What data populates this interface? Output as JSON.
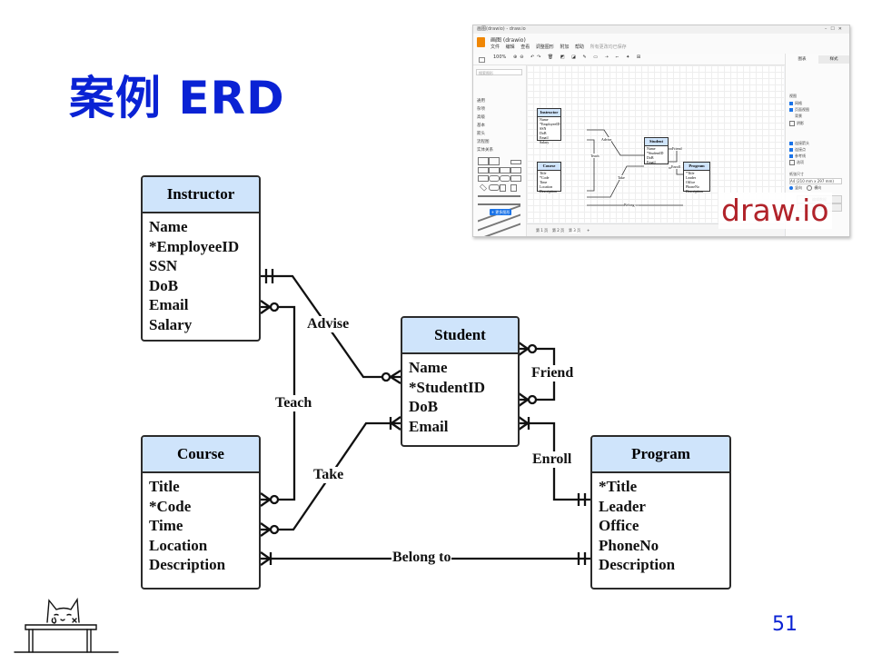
{
  "slide": {
    "title": "案例 ERD",
    "page_number": "51"
  },
  "entities": {
    "instructor": {
      "name": "Instructor",
      "attributes": [
        "Name",
        "*EmployeeID",
        "SSN",
        "DoB",
        "Email",
        "Salary"
      ]
    },
    "student": {
      "name": "Student",
      "attributes": [
        "Name",
        "*StudentID",
        "DoB",
        "Email"
      ]
    },
    "course": {
      "name": "Course",
      "attributes": [
        "Title",
        "*Code",
        "Time",
        "Location",
        "Description"
      ]
    },
    "program": {
      "name": "Program",
      "attributes": [
        "*Title",
        "Leader",
        "Office",
        "PhoneNo",
        "Description"
      ]
    }
  },
  "relationships": {
    "advise": "Advise",
    "teach": "Teach",
    "take": "Take",
    "friend": "Friend",
    "enroll": "Enroll",
    "belong_to": "Belong to"
  },
  "screenshot": {
    "tool_label": "draw.io",
    "window_title": "画图(drawio) - draw.io",
    "file_name": "画图 (drawio)",
    "menus": [
      "文件",
      "编辑",
      "查看",
      "调整图形",
      "附加",
      "帮助"
    ],
    "menu_note": "所有更改均已保存",
    "zoom": "100%",
    "search_placeholder": "搜索图形",
    "libraries": [
      "通用",
      "杂项",
      "高级",
      "基本",
      "箭头",
      "流程图",
      "实体关系"
    ],
    "more_shapes": "+ 更多图形",
    "right_tabs": [
      "图表",
      "样式"
    ],
    "right_rows": [
      "视图",
      "网格",
      "页面视图",
      "背景",
      "阴影",
      "连接箭头",
      "连接点",
      "参考线",
      "选项",
      "纸张尺寸",
      "A4 (210 mm x 297 mm)",
      "竖向",
      "横向"
    ],
    "right_buttons": [
      "编辑数据",
      "编辑样式"
    ],
    "pages": [
      "第 1 页",
      "第 2 页",
      "第 3 页"
    ],
    "mini_labels": {
      "advise": "Advise",
      "teach": "Teach",
      "take": "Take",
      "friend": "Friend",
      "enroll": "Enroll",
      "belong_to": "Belong to"
    }
  }
}
